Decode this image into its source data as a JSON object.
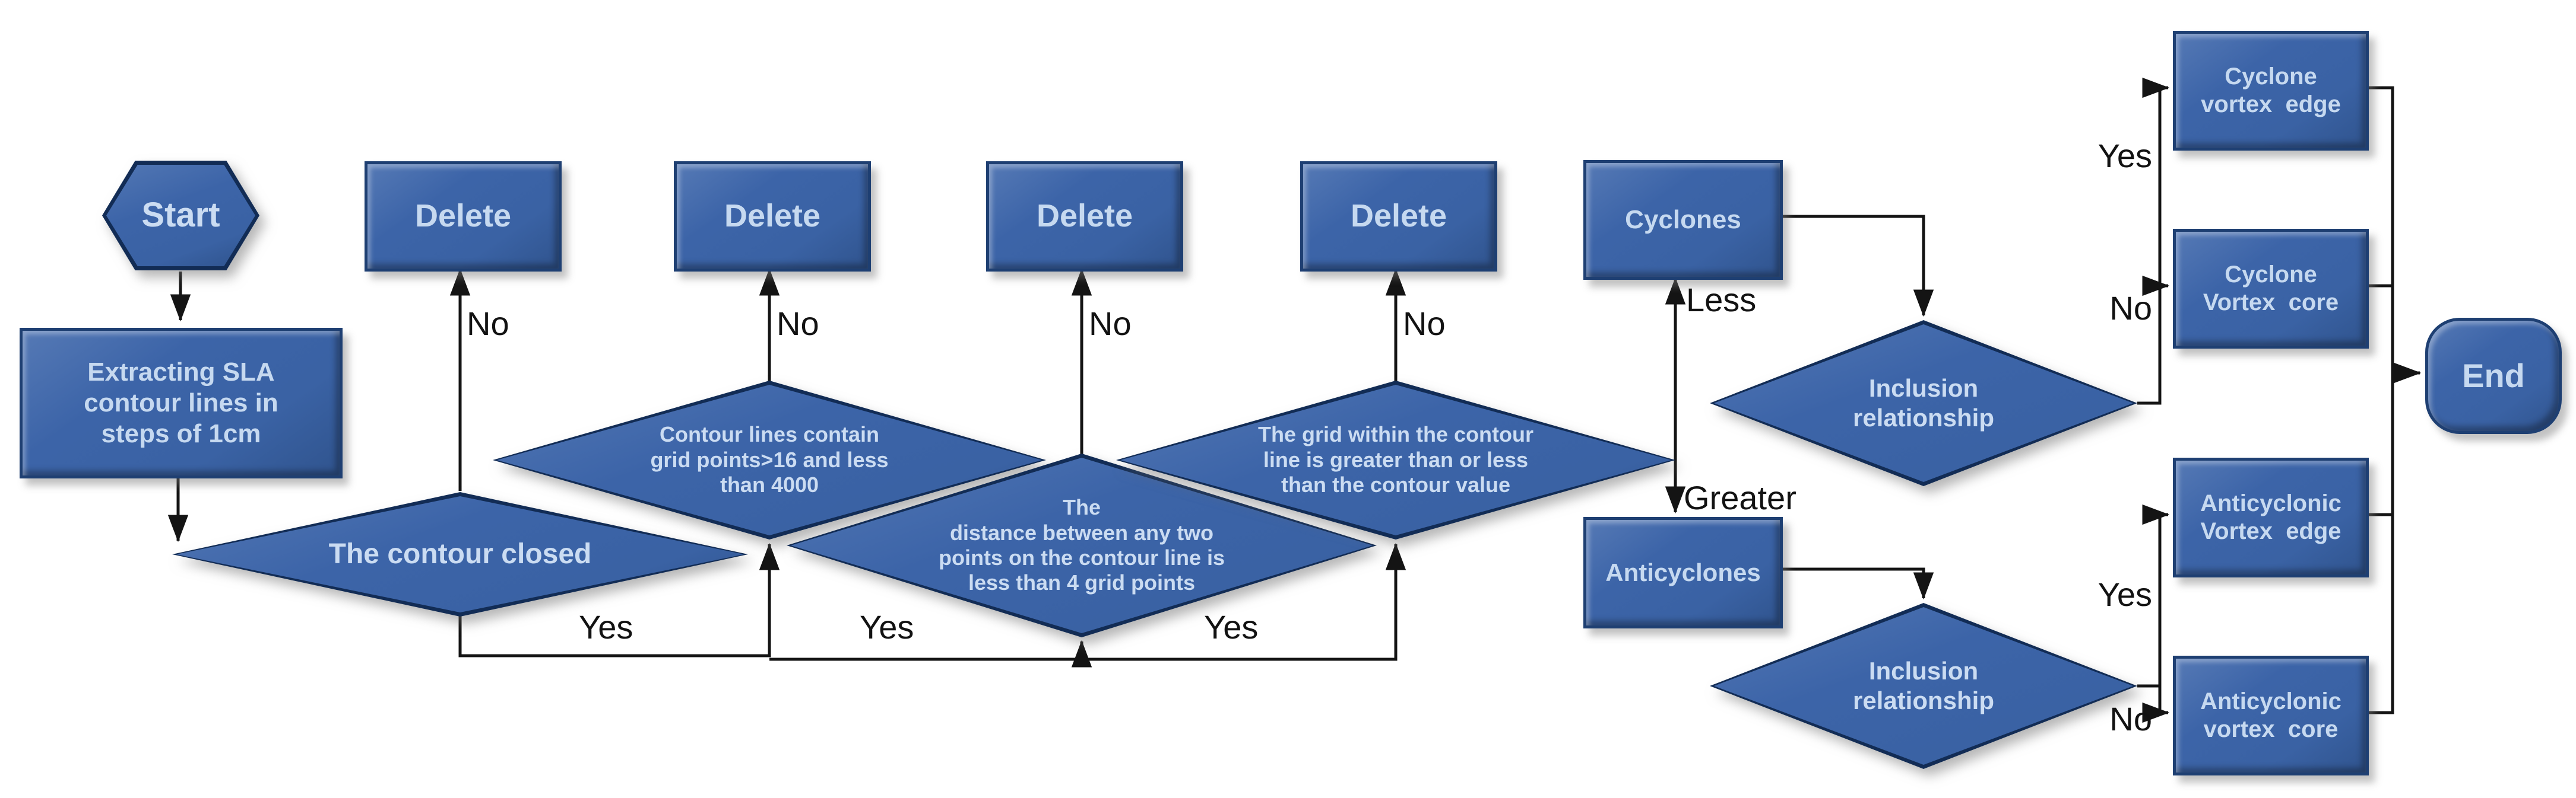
{
  "diagram": {
    "background": "#ffffff",
    "colors": {
      "node_fill": "#3a62a4",
      "node_fill_highlight": "#5579b5",
      "node_border": "#1e3f72",
      "node_text": "#c6d9f0",
      "connector_line": "#141414",
      "edge_label_text": "#121212"
    },
    "nodes": {
      "start": {
        "label": "Start"
      },
      "extract": {
        "label": "Extracting SLA\ncontour lines in\nsteps of 1cm"
      },
      "delete": {
        "label": "Delete"
      },
      "contour_closed": {
        "label": "The contour closed"
      },
      "grid_points": {
        "label": "Contour lines contain\ngrid points>16 and less\nthan 4000"
      },
      "distance": {
        "label": "The\ndistance between any two\npoints on the contour line is\nless than 4 grid points"
      },
      "grid_value": {
        "label": "The grid within the contour\nline is greater than or less\nthan the contour value"
      },
      "cyclones": {
        "label": "Cyclones"
      },
      "anticyclones": {
        "label": "Anticyclones"
      },
      "inclusion_cyclone": {
        "label": "Inclusion\nrelationship"
      },
      "inclusion_anticyclone": {
        "label": "Inclusion\nrelationship"
      },
      "cyclone_vortex_edge": {
        "label": "Cyclone\nvortex  edge"
      },
      "cyclone_vortex_core": {
        "label": "Cyclone\nVortex  core"
      },
      "anticyclonic_vortex_edge": {
        "label": "Anticyclonic\nVortex  edge"
      },
      "anticyclonic_vortex_core": {
        "label": "Anticyclonic\nvortex  core"
      },
      "end": {
        "label": "End"
      }
    },
    "edge_labels": {
      "yes": "Yes",
      "no": "No",
      "less": "Less",
      "greater": "Greater"
    }
  }
}
